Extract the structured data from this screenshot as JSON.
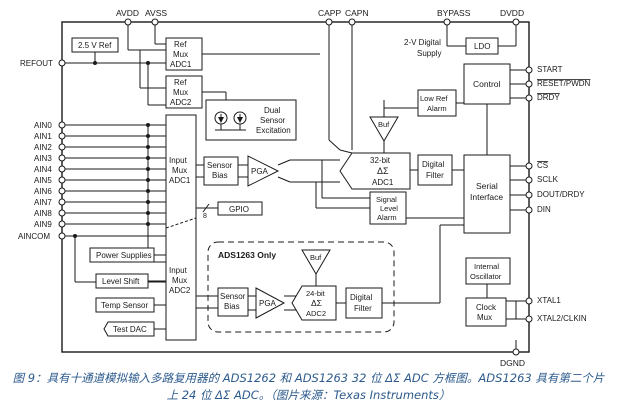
{
  "pins_top": [
    "AVDD",
    "AVSS",
    "CAPP",
    "CAPN",
    "BYPASS",
    "DVDD"
  ],
  "pins_left": [
    "REFOUT",
    "AIN0",
    "AIN1",
    "AIN2",
    "AIN3",
    "AIN4",
    "AIN5",
    "AIN6",
    "AIN7",
    "AIN8",
    "AIN9",
    "AINCOM"
  ],
  "pins_right": [
    "START",
    "RESET/PWDN",
    "DRDY",
    "CS",
    "SCLK",
    "DOUT/DRDY",
    "DIN",
    "XTAL1",
    "XTAL2/CLKIN"
  ],
  "pin_bottom": "DGND",
  "blocks": {
    "ref25": "2.5 V Ref",
    "ref_mux1": [
      "Ref",
      "Mux",
      "ADC1"
    ],
    "ref_mux2": [
      "Ref",
      "Mux",
      "ADC2"
    ],
    "dual_sensor": [
      "Dual",
      "Sensor",
      "Excitation"
    ],
    "input_mux1": [
      "Input",
      "Mux",
      "ADC1"
    ],
    "input_mux2": [
      "Input",
      "Mux",
      "ADC2"
    ],
    "sensor_bias1": [
      "Sensor",
      "Bias"
    ],
    "pga1": "PGA",
    "adc1": [
      "32-bit",
      "ΔΣ",
      "ADC1"
    ],
    "buf_top": "Buf",
    "low_ref_alarm": [
      "Low Ref",
      "Alarm"
    ],
    "digital_filter1": [
      "Digital",
      "Filter"
    ],
    "signal_level_alarm": [
      "Signal",
      "Level",
      "Alarm"
    ],
    "gpio": "GPIO",
    "gpio_bus": "8",
    "ldo": "LDO",
    "digital_supply": [
      "2-V Digital",
      "Supply"
    ],
    "control": "Control",
    "serial_interface": [
      "Serial",
      "Interface"
    ],
    "internal_oscillator": [
      "Internal",
      "Oscillator"
    ],
    "clock_mux": [
      "Clock",
      "Mux"
    ],
    "ads1263_only": "ADS1263 Only",
    "buf_bottom": "Buf",
    "sensor_bias2": [
      "Sensor",
      "Bias"
    ],
    "pga2": "PGA",
    "adc2": [
      "24-bit",
      "ΔΣ",
      "ADC2"
    ],
    "digital_filter2": [
      "Digital",
      "Filter"
    ],
    "power_supplies": "Power Supplies",
    "level_shift": "Level Shift",
    "temp_sensor": "Temp Sensor",
    "test_dac": "Test DAC"
  },
  "caption": {
    "line1": "图 9：具有十通道模拟输入多路复用器的 ADS1262 和 ADS1263 32 位 ΔΣ ADC 方框图。ADS1263 具有第二个片",
    "line2": "上 24 位 ΔΣ ADC。（图片来源：Texas Instruments）"
  },
  "colors": {
    "line": "#1a1a1a",
    "caption": "#2c5a8c",
    "background": "#ffffff"
  }
}
